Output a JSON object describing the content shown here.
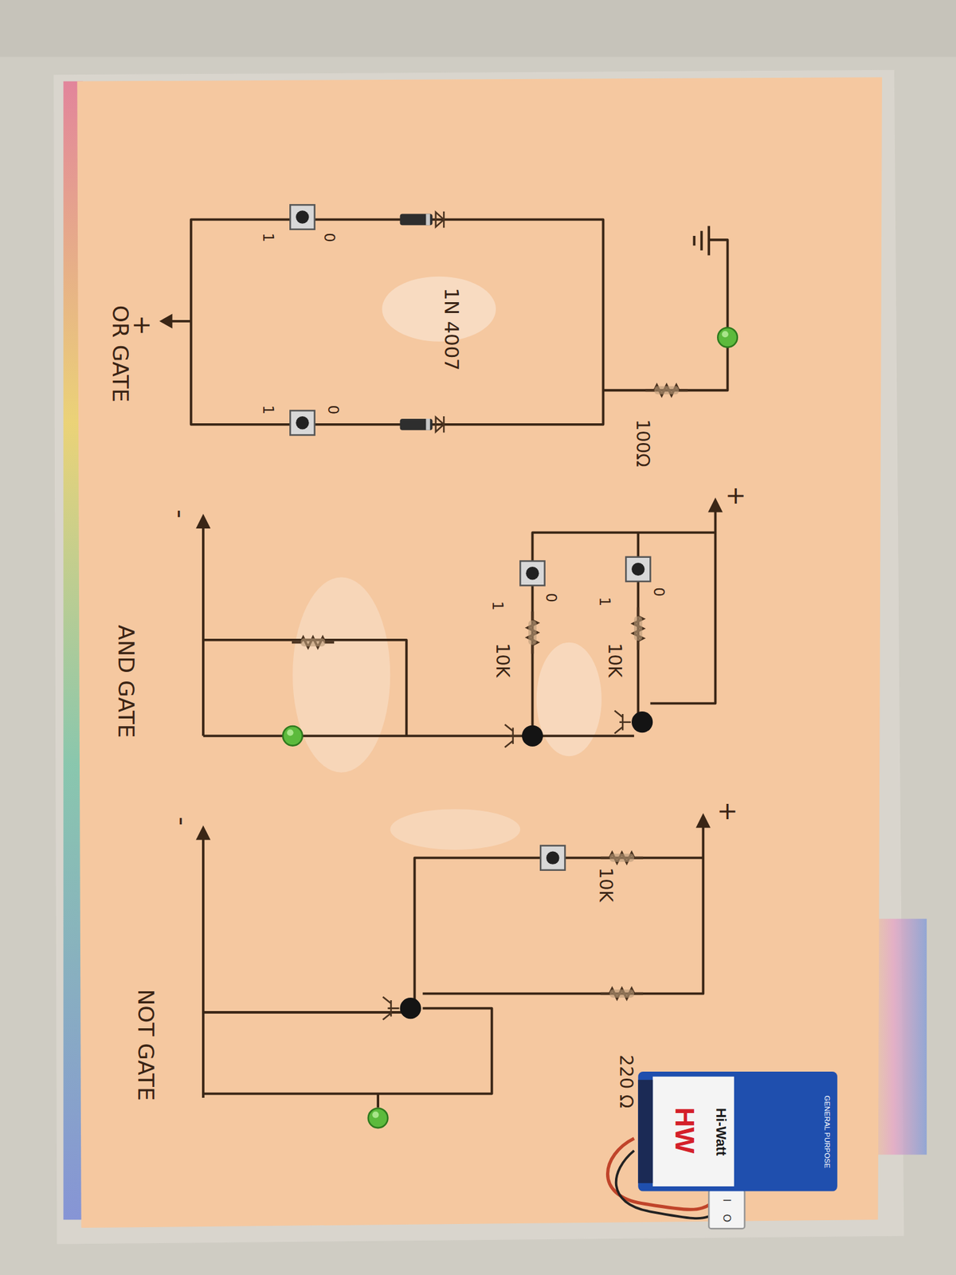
{
  "diagram": {
    "nodes": [
      {
        "text": [
          "HW",
          "Hi-Watt",
          "GENERAL PURPOSE"
        ]
      }
    ],
    "labels": [
      "OR GATE",
      "+",
      "1N 4007",
      "100Ω",
      "1",
      "0",
      "1",
      "0",
      "AND GATE",
      "+",
      "-",
      "10K",
      "10K",
      "1",
      "0",
      "1",
      "0",
      "NOT GATE",
      "+",
      "-",
      "10K",
      "220 Ω",
      "I",
      "O"
    ]
  }
}
